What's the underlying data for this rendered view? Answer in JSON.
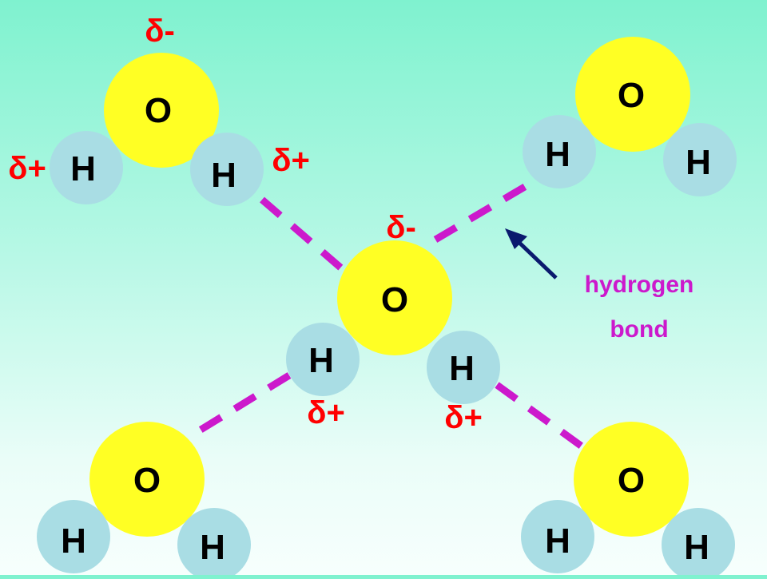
{
  "atoms": {
    "oxygen_label": "O",
    "hydrogen_label": "H"
  },
  "charges": {
    "partial_negative": "δ-",
    "partial_positive": "δ+"
  },
  "annotation": {
    "line1": "hydrogen",
    "line2": "bond"
  },
  "colors": {
    "oxygen": "#ffff24",
    "hydrogen": "#a9dde4",
    "hydrogen_bond": "#cc19cc",
    "charge": "#ff0000",
    "arrow": "#0a1a6e"
  },
  "icons": {
    "pointer": "arrow-icon"
  }
}
